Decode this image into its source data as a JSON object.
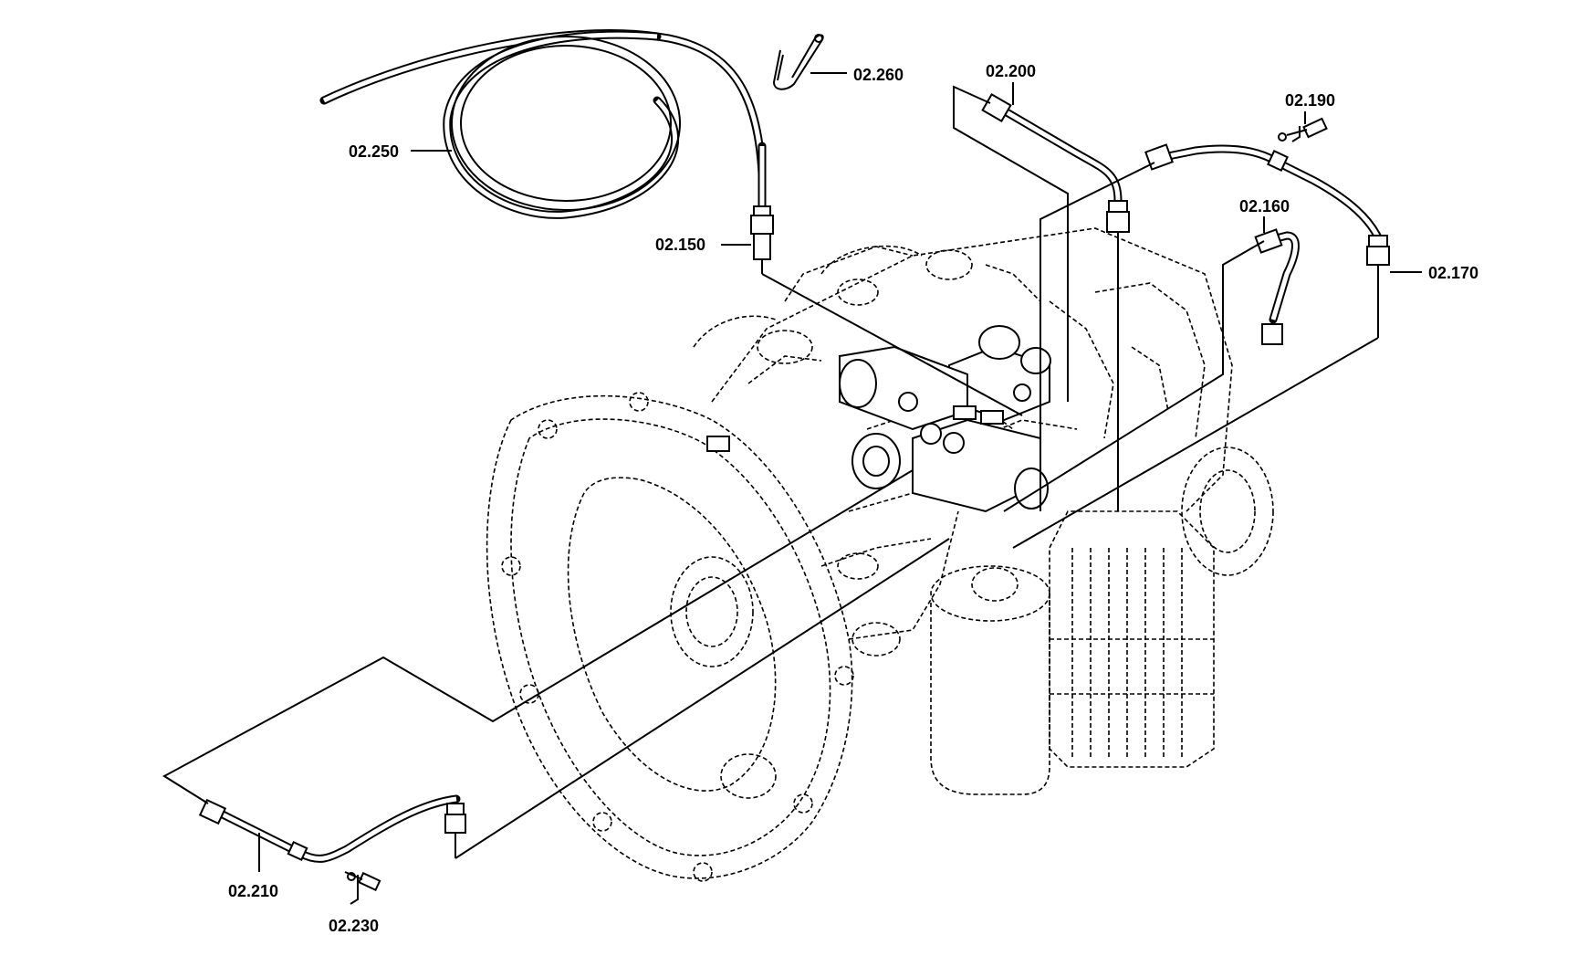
{
  "labels": {
    "p150": "02.150",
    "p160": "02.160",
    "p170": "02.170",
    "p190": "02.190",
    "p200": "02.200",
    "p210": "02.210",
    "p230": "02.230",
    "p250": "02.250",
    "p260": "02.260"
  }
}
